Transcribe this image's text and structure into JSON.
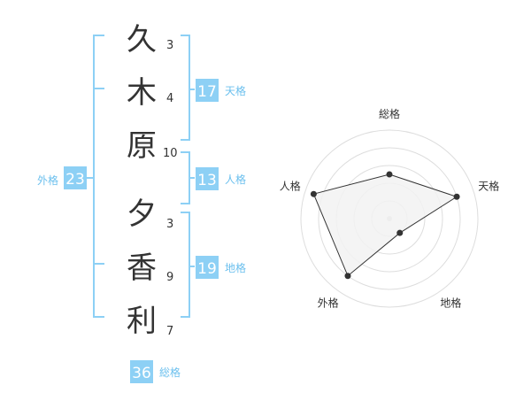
{
  "name": {
    "characters": [
      {
        "char": "久",
        "strokes": "3"
      },
      {
        "char": "木",
        "strokes": "4"
      },
      {
        "char": "原",
        "strokes": "10"
      },
      {
        "char": "夕",
        "strokes": "3"
      },
      {
        "char": "香",
        "strokes": "9"
      },
      {
        "char": "利",
        "strokes": "7"
      }
    ]
  },
  "kakusu": {
    "tenkaku": {
      "value": "17",
      "label": "天格"
    },
    "jinkaku": {
      "value": "13",
      "label": "人格"
    },
    "chikaku": {
      "value": "19",
      "label": "地格"
    },
    "gaikaku": {
      "value": "23",
      "label": "外格"
    },
    "soukaku": {
      "value": "36",
      "label": "総格"
    }
  },
  "colors": {
    "bracket": "#8dd0f5",
    "badge_bg": "#8dd0f5",
    "label": "#6cc0ee",
    "radar_fill": "#f2f2f2",
    "radar_line": "#333333",
    "radar_grid": "#dddddd"
  },
  "chart_data": {
    "type": "radar",
    "axes": [
      "総格",
      "天格",
      "地格",
      "外格",
      "人格"
    ],
    "levels": 5,
    "range": [
      0,
      5
    ],
    "values": [
      2.5,
      4,
      1,
      4,
      4.5
    ]
  }
}
